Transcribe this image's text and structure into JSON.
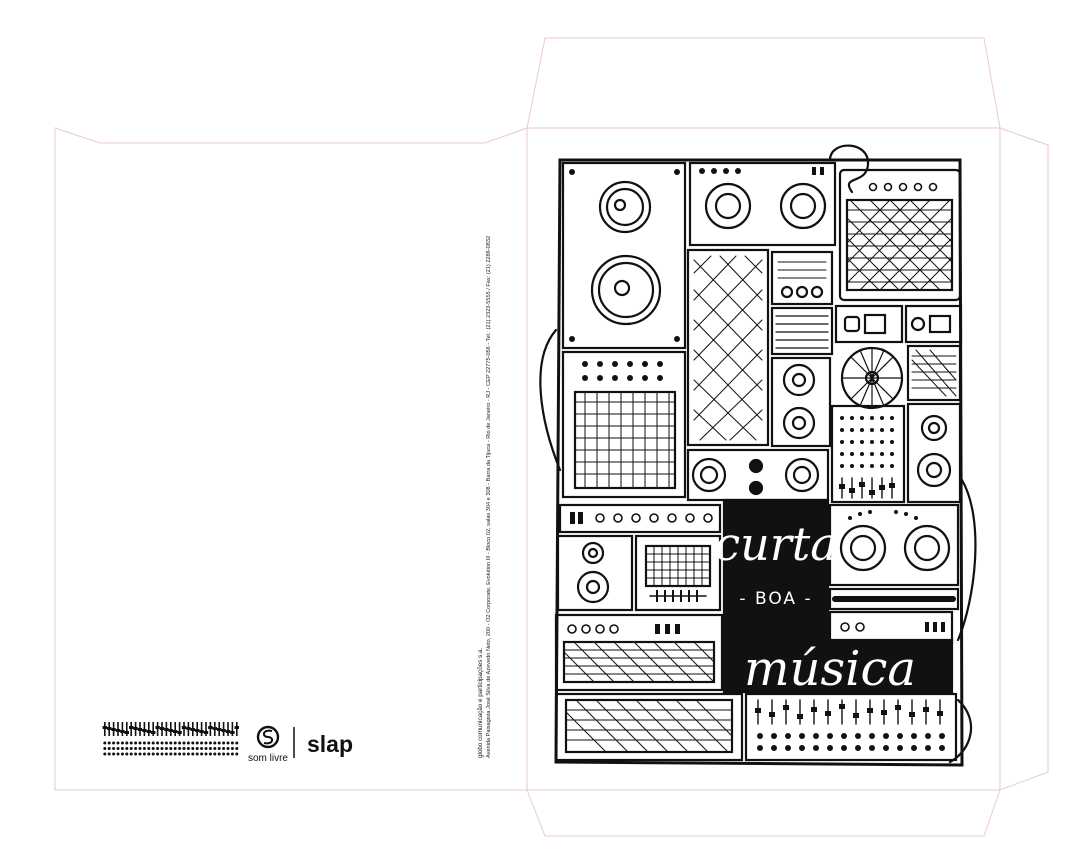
{
  "colors": {
    "ink": "#111111",
    "paper": "#ffffff",
    "dieline": "#e9c9cf"
  },
  "brand": {
    "somlivre_label": "som livre",
    "slap_label": "slap"
  },
  "imprint": {
    "line1": "globo comunicação e participações s.a.",
    "line2": "Avenida Paisagista José Silva de Azevedo Neto, 200 - O2 Corporate, Evolution III - Bloco 02, salas 304 e 308 - Barra da Tijuca - Rio de Janeiro - RJ - CEP 22775-056 - Tel.: (21) 2323-5555 / Fax: (21) 2286-0832"
  },
  "artwork": {
    "lettering_top": "curta",
    "lettering_mid": "- BOA -",
    "lettering_bottom": "música",
    "icons": [
      "speaker-stack-illustration",
      "som-livre-logo-icon",
      "barcode-pattern-icon"
    ]
  }
}
